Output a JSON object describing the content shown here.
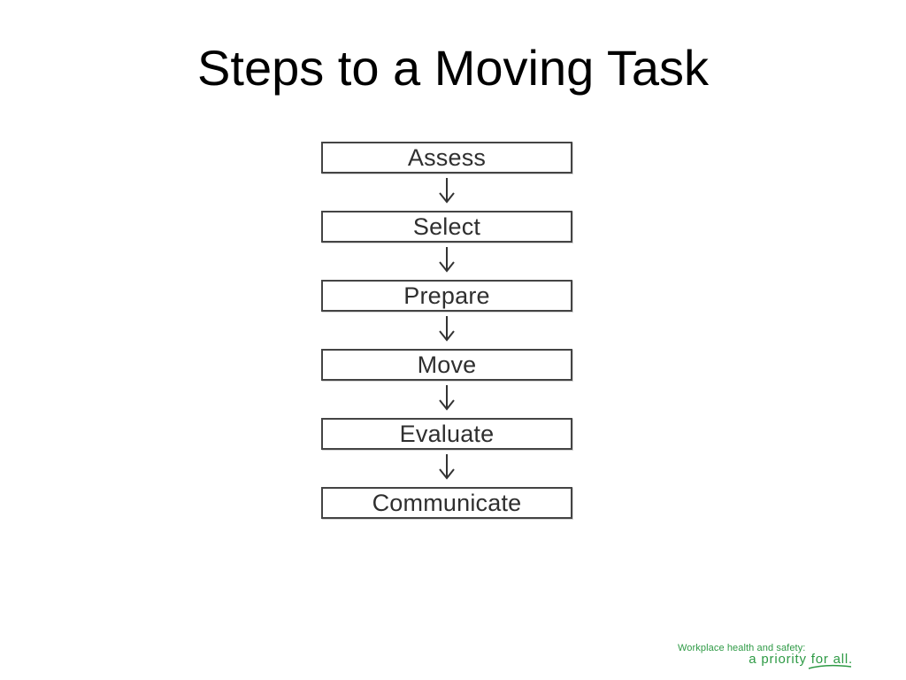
{
  "slide": {
    "title": "Steps to a Moving Task"
  },
  "flowchart": {
    "steps": [
      {
        "label": "Assess"
      },
      {
        "label": "Select"
      },
      {
        "label": "Prepare"
      },
      {
        "label": "Move"
      },
      {
        "label": "Evaluate"
      },
      {
        "label": "Communicate"
      }
    ],
    "arrow_icon": "down-arrow-icon",
    "box_border_color": "#444444",
    "text_color": "#2f2f2f"
  },
  "footer": {
    "line1": "Workplace health and safety:",
    "line2": "a priority for all.",
    "color": "#2e9a45"
  }
}
